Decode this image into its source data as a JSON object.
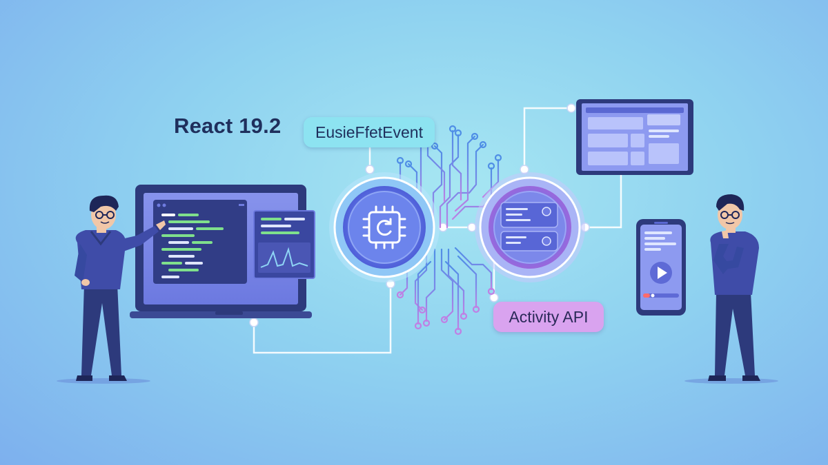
{
  "heading": "React 19.2",
  "labels": {
    "effect_event": "EusieFfetEvent",
    "activity_api": "Activity API"
  },
  "colors": {
    "title_text": "#1f2f5c",
    "effect_pill": "#8de3f1",
    "activity_pill": "#d9a3ef",
    "navy": "#2d3a7c",
    "circuit_blue": "#5b8de8",
    "circuit_purple": "#b67fe6",
    "code_green": "#7fe08c"
  },
  "icons": [
    "chip-icon",
    "play-icon",
    "coin-icon",
    "person-icon",
    "laptop-icon",
    "tablet-icon",
    "phone-icon"
  ]
}
